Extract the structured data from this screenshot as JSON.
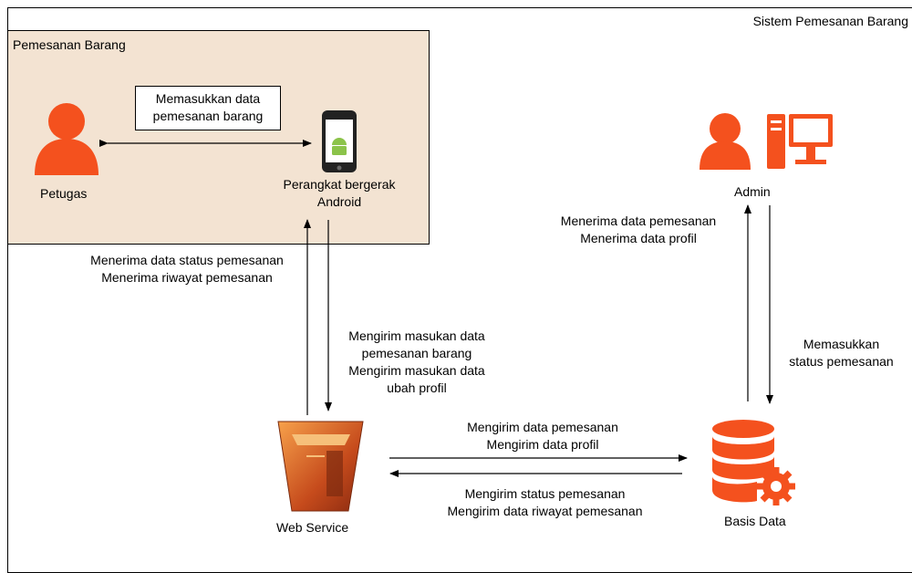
{
  "system_label": "Sistem Pemesanan Barang",
  "group_label": "Pemesanan Barang",
  "actors": {
    "petugas": "Petugas",
    "android_line1": "Perangkat bergerak",
    "android_line2": "Android",
    "admin": "Admin",
    "web_service": "Web Service",
    "basis_data": "Basis Data"
  },
  "flows": {
    "petugas_android": [
      "Memasukkan data",
      "pemesanan barang"
    ],
    "to_petugas": [
      "Menerima data status pemesanan",
      "Menerima riwayat pemesanan"
    ],
    "to_webservice": [
      "Mengirim masukan data",
      "pemesanan barang",
      "Mengirim masukan data",
      "ubah profil"
    ],
    "to_admin": [
      "Menerima data pemesanan",
      "Menerima data profil"
    ],
    "admin_to_db": [
      "Memasukkan",
      "status pemesanan"
    ],
    "ws_to_db": [
      "Mengirim data pemesanan",
      "Mengirim data profil"
    ],
    "db_to_ws": [
      "Mengirim status pemesanan",
      "Mengirim data riwayat pemesanan"
    ]
  },
  "colors": {
    "person": "#f4511e",
    "group_bg": "#f3e3d2",
    "server": "#c0441a",
    "database": "#f4511e"
  }
}
